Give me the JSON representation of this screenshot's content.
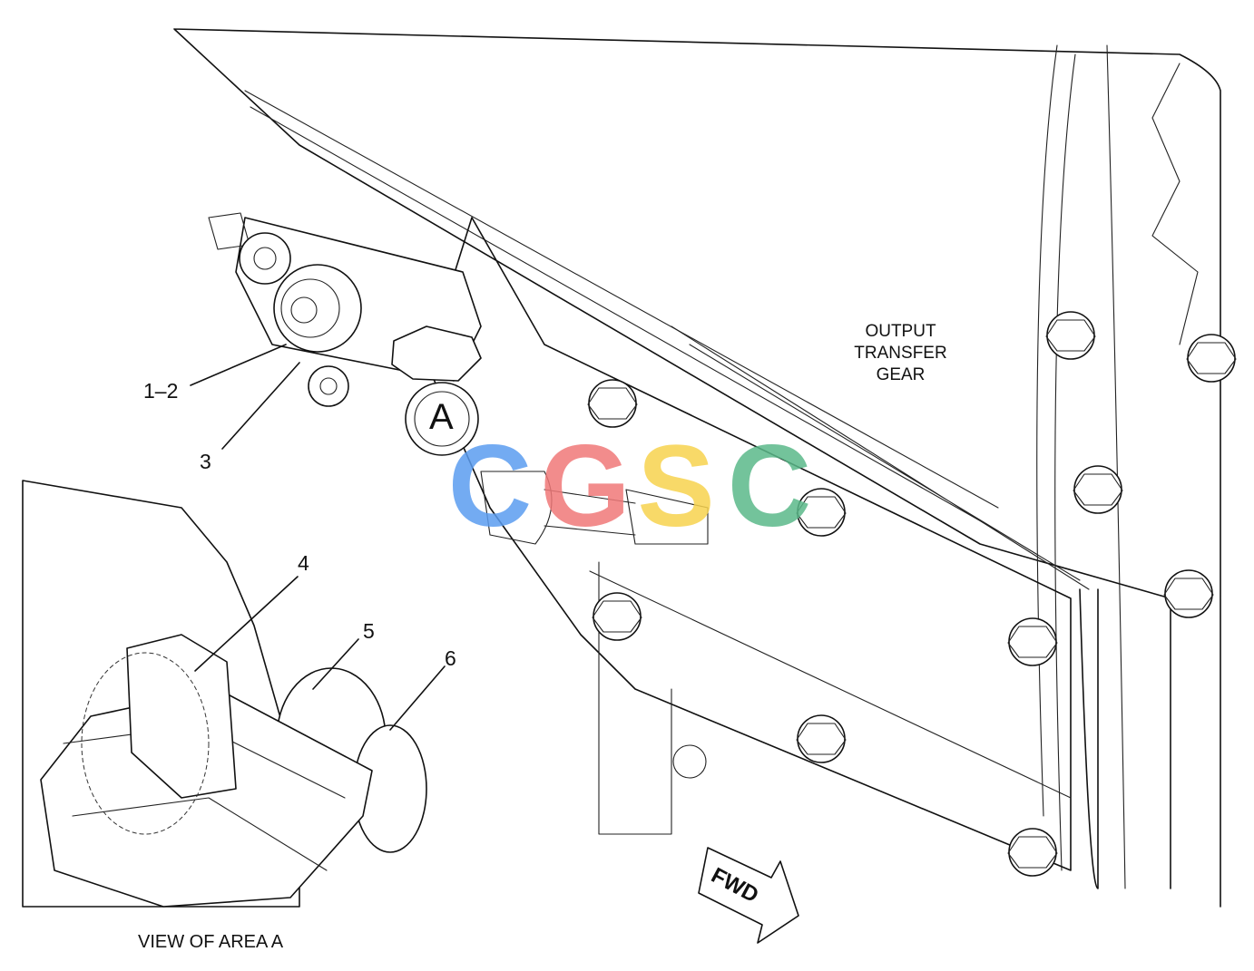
{
  "diagram": {
    "callouts": [
      {
        "id": "1-2",
        "text": "1–2"
      },
      {
        "id": "3",
        "text": "3"
      },
      {
        "id": "4",
        "text": "4"
      },
      {
        "id": "5",
        "text": "5"
      },
      {
        "id": "6",
        "text": "6"
      }
    ],
    "area_marker": "A",
    "region_label_lines": [
      "OUTPUT",
      "TRANSFER",
      "GEAR"
    ],
    "view_caption": "VIEW OF AREA  A",
    "direction_arrow": "FWD"
  },
  "watermark": {
    "letters": [
      "C",
      "G",
      "S",
      "C"
    ],
    "colors": [
      "#5b9cf0",
      "#f07878",
      "#f7d24e",
      "#5bb98a"
    ]
  }
}
